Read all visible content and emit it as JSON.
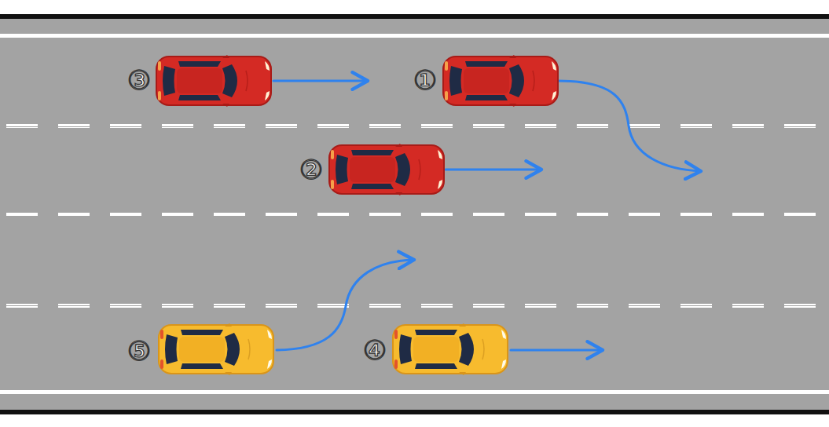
{
  "diagram": {
    "labels": [
      "③",
      "①",
      "②",
      "⑤",
      "④"
    ]
  }
}
